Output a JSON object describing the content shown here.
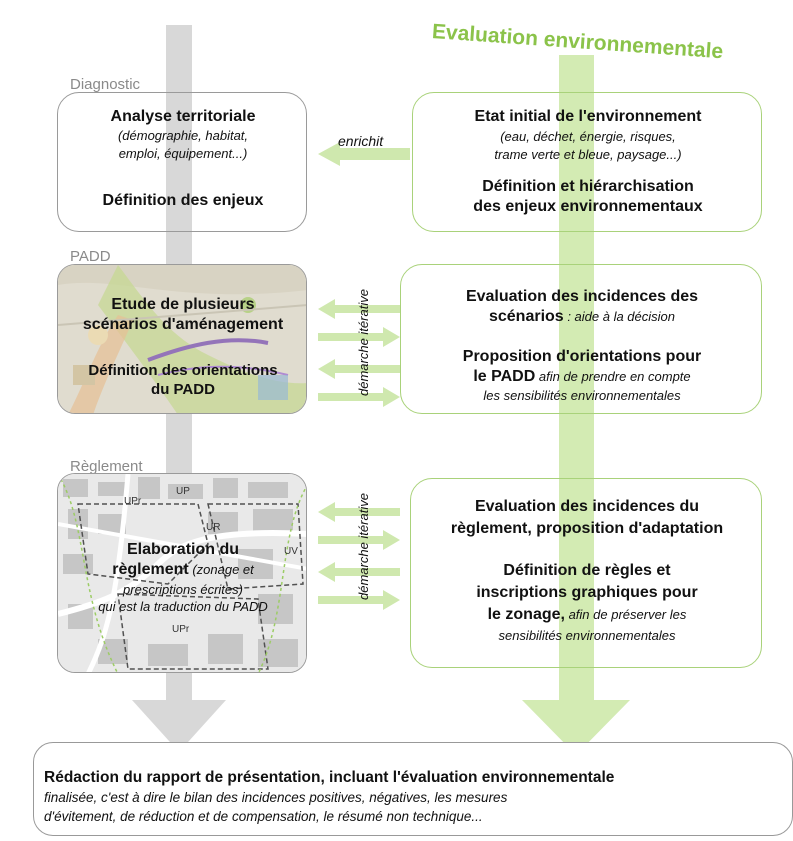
{
  "eval_title": "Evaluation environnementale",
  "diagnostic": {
    "label": "Diagnostic",
    "left_title": "Analyse territoriale",
    "left_details": [
      "(démographie, habitat,",
      "emploi, équipement...)"
    ],
    "left_enjeux": "Définition des enjeux",
    "arrow_label": "enrichit",
    "right_title": "Etat initial de l'environnement",
    "right_details": [
      "(eau, déchet, énergie, risques,",
      "trame verte et bleue, paysage...)"
    ],
    "right_enjeux": [
      "Définition et hiérarchisation",
      "des enjeux environnementaux"
    ]
  },
  "padd": {
    "label": "PADD",
    "left_title": [
      "Etude de plusieurs",
      "scénarios d'aménagement"
    ],
    "left_orient": [
      "Définition des orientations",
      "du PADD"
    ],
    "arrow_label": "démarche itérative",
    "right_eval_line1": "Evaluation des incidences des",
    "right_eval_bold2": "scénarios",
    "right_eval_ital2": " : aide à la décision",
    "right_prop_line1": "Proposition d'orientations pour",
    "right_prop_bold2": "le PADD",
    "right_prop_ital2": " afin de prendre en compte",
    "right_prop_line3": "les sensibilités environnementales"
  },
  "reglement": {
    "label": "Règlement",
    "left_title1": "Elaboration du",
    "left_bold2": "règlement",
    "left_ital2": " (zonage et",
    "left_line3": "prescriptions écrites)",
    "left_line4": "qui est la traduction du PADD",
    "map_labels": [
      "UP",
      "UR",
      "UPr",
      "UV",
      "UPr"
    ],
    "arrow_label": "démarche itérative",
    "right_eval": [
      "Evaluation des incidences du",
      "règlement, proposition d'adaptation"
    ],
    "right_def": [
      "Définition de règles et",
      "inscriptions graphiques pour"
    ],
    "right_def_bold3": "le zonage,",
    "right_def_ital3": " afin de préserver les",
    "right_def_line4": "sensibilités environnementales"
  },
  "bottom": {
    "title": "Rédaction du rapport de présentation, incluant l'évaluation environnementale",
    "line2": "finalisée, c'est à dire le bilan des incidences positives, négatives, les mesures",
    "line3": "d'évitement, de réduction et de compensation, le résumé non technique..."
  },
  "colors": {
    "gray_arrow": "#d6d6d6",
    "green_arrow": "#cfe8ae",
    "green_accent": "#8bc34a"
  }
}
